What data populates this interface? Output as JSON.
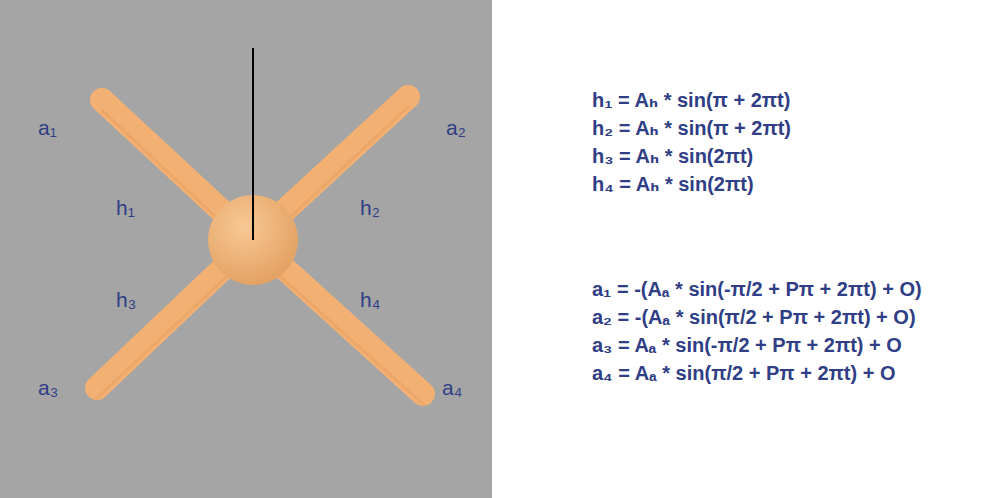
{
  "diagram": {
    "labels": [
      "a₁",
      "a₂",
      "h₁",
      "h₂",
      "h₃",
      "h₄",
      "a₃",
      "a₄",
      "h₁ = Aₕ * sin(π + 2πt)",
      "h₂ = Aₕ * sin(π + 2πt)",
      "h₃ = Aₕ * sin(2πt)",
      "h₄ = Aₕ * sin(2πt)",
      "a₁ = -(Aₐ * sin(-π/2 + Pπ + 2πt) + O)",
      "a₂ = -(Aₐ * sin(π/2 +  Pπ + 2πt) + O)",
      "a₃ = Aₐ * sin(-π/2 +  Pπ + 2πt) + O",
      "a₄ = Aₐ * sin(π/2 +  Pπ + 2πt) + O"
    ]
  }
}
